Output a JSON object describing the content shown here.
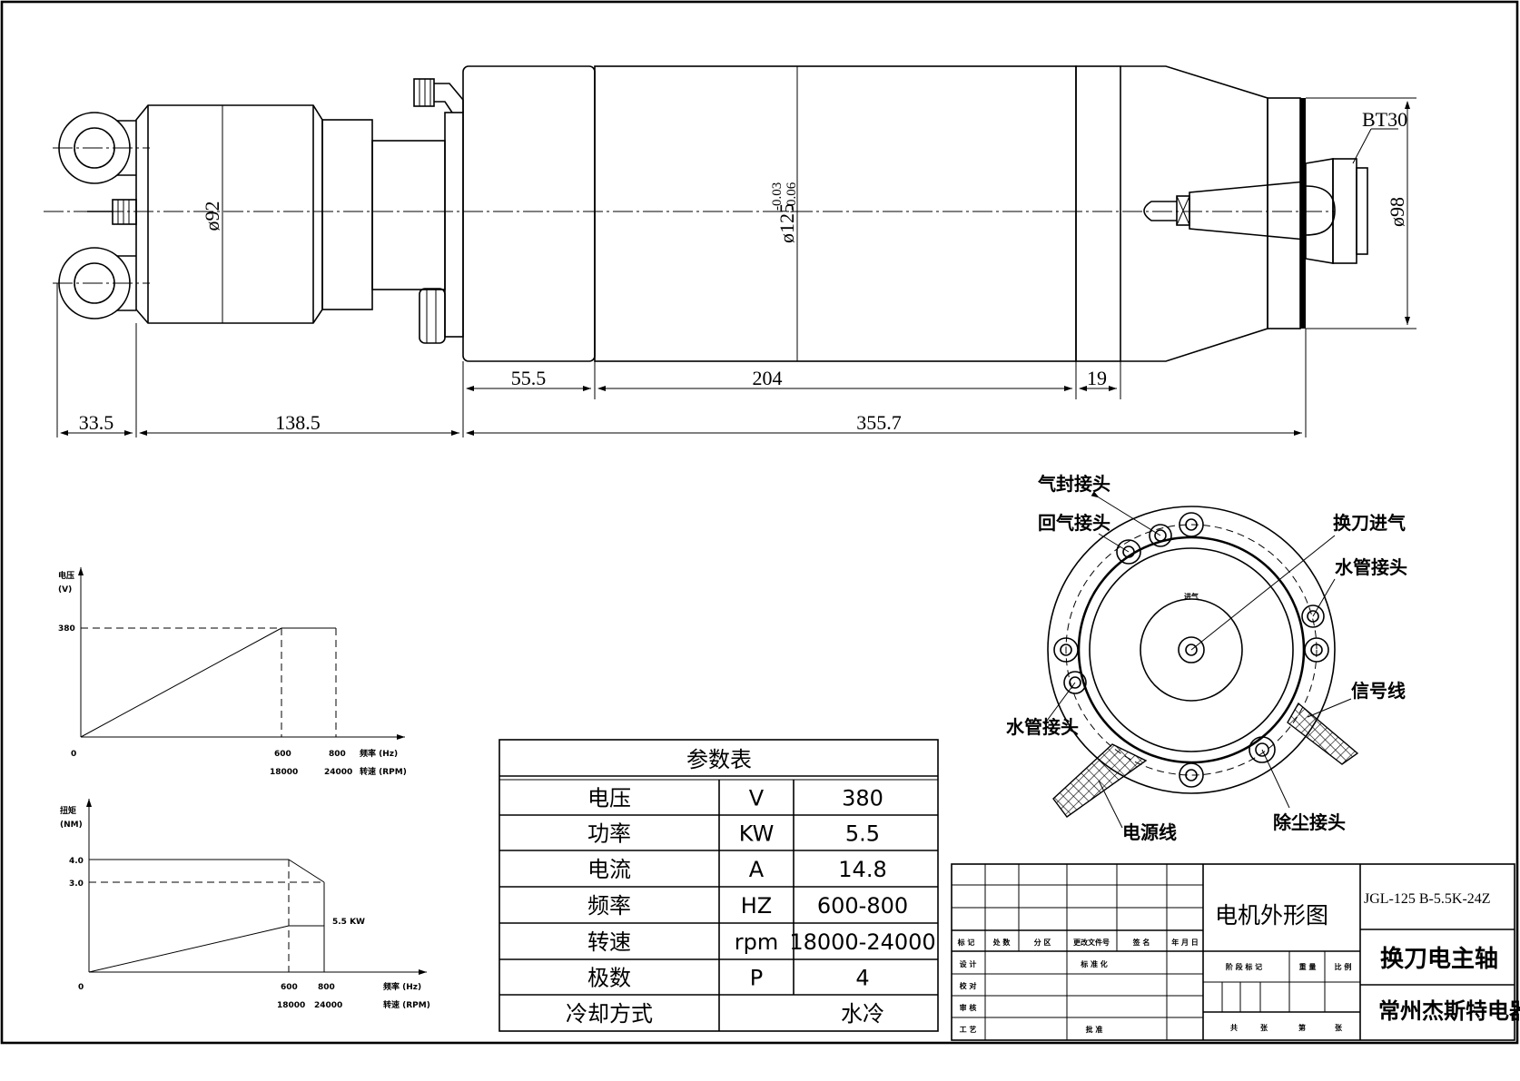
{
  "dimensions": {
    "d92": "ø92",
    "d125": "ø125",
    "d125_upper": "-0.03",
    "d125_lower": "-0.06",
    "d98": "ø98",
    "bt30": "BT30",
    "len_55_5": "55.5",
    "len_204": "204",
    "len_19": "19",
    "len_33_5": "33.5",
    "len_138_5": "138.5",
    "len_355_7": "355.7"
  },
  "end_view": {
    "labels": {
      "air_seal": "气封接头",
      "return_air": "回气接头",
      "tool_change_air": "换刀进气",
      "water_top": "水管接头",
      "signal": "信号线",
      "water_left": "水管接头",
      "power": "电源线",
      "dust": "除尘接头",
      "inlet": "进气"
    }
  },
  "voltage_chart": {
    "ylabel": "电压",
    "yunit": "(V)",
    "y_tick": "380",
    "origin": "0",
    "x_ticks": [
      "600",
      "800"
    ],
    "rpm_ticks": [
      "18000",
      "24000"
    ],
    "xlabel_freq": "频率 (Hz)",
    "xlabel_rpm": "转速 (RPM)"
  },
  "torque_chart": {
    "ylabel": "扭矩",
    "yunit": "(NM)",
    "y_ticks": [
      "4.0",
      "3.0"
    ],
    "power_label": "5.5 KW",
    "origin": "0",
    "x_ticks": [
      "600",
      "800"
    ],
    "rpm_ticks": [
      "18000",
      "24000"
    ],
    "xlabel_freq": "频率 (Hz)",
    "xlabel_rpm": "转速 (RPM)"
  },
  "param_table": {
    "title": "参数表",
    "rows": [
      {
        "name": "电压",
        "unit": "V",
        "value": "380"
      },
      {
        "name": "功率",
        "unit": "KW",
        "value": "5.5"
      },
      {
        "name": "电流",
        "unit": "A",
        "value": "14.8"
      },
      {
        "name": "频率",
        "unit": "HZ",
        "value": "600-800"
      },
      {
        "name": "转速",
        "unit": "rpm",
        "value": "18000-24000"
      },
      {
        "name": "极数",
        "unit": "P",
        "value": "4"
      },
      {
        "name": "冷却方式",
        "unit": "",
        "value": "水冷"
      }
    ]
  },
  "title_block": {
    "drawing_name": "电机外形图",
    "model": "JGL-125 B-5.5K-24Z",
    "product": "换刀电主轴",
    "company": "常州杰斯特电器",
    "fields": {
      "mark": "标 记",
      "count": "处 数",
      "zone": "分 区",
      "change_doc": "更改文件号",
      "sign": "签 名",
      "date": "年 月 日",
      "design": "设 计",
      "standardize": "标 准 化",
      "check": "校 对",
      "review": "审 核",
      "process": "工 艺",
      "approve": "批 准",
      "stage_mark": "阶 段 标 记",
      "weight": "重 量",
      "scale": "比 例",
      "total": "共",
      "sheets": "张",
      "sheet_no": "第",
      "sheet_suffix": "张"
    }
  }
}
